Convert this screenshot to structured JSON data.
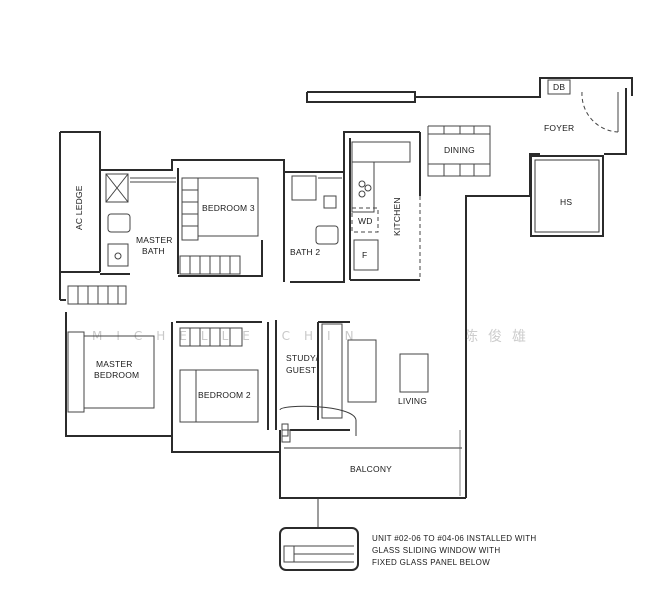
{
  "rooms": {
    "ac_ledge": "AC LEDGE",
    "master_bath": "MASTER\nBATH",
    "bedroom_3": "BEDROOM 3",
    "bath_2": "BATH 2",
    "kitchen": "KITCHEN",
    "dining": "DINING",
    "foyer": "FOYER",
    "db": "DB",
    "hs": "HS",
    "wd": "WD",
    "fridge": "F",
    "master_bedroom": "MASTER\nBEDROOM",
    "bedroom_2": "BEDROOM 2",
    "study_guest": "STUDY/\nGUEST",
    "living": "LIVING",
    "balcony": "BALCONY"
  },
  "note": {
    "lines": [
      "UNIT #02-06 TO #04-06 INSTALLED WITH",
      "GLASS SLIDING WINDOW WITH",
      "FIXED GLASS PANEL BELOW"
    ]
  },
  "watermark": {
    "latin": "MICHELLE CHIN",
    "chinese": "陈俊雄"
  }
}
